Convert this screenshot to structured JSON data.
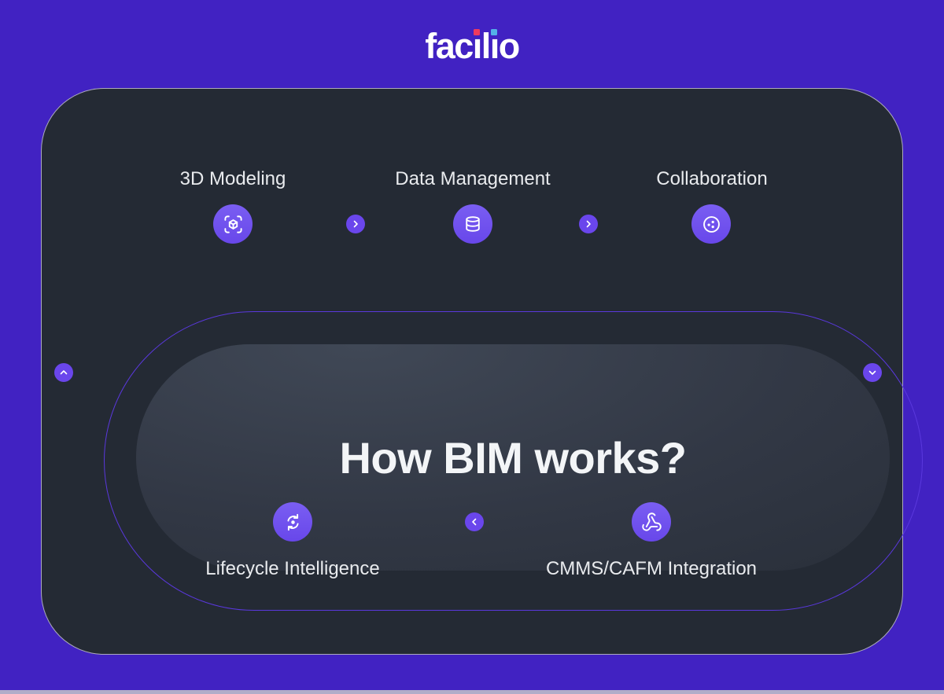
{
  "brand": {
    "name": "facilio",
    "logo_segments": {
      "s1": "fac",
      "i1": "ı",
      "s2": "l",
      "i2": "ı",
      "s3": "o"
    },
    "logo_dot_colors": {
      "first_i": "#ef3a5f",
      "second_i": "#54b0e8"
    }
  },
  "diagram": {
    "title": "How BIM works?",
    "nodes": [
      {
        "label": "3D Modeling",
        "icon": "3d-scan-cube-icon"
      },
      {
        "label": "Data Management",
        "icon": "database-icon"
      },
      {
        "label": "Collaboration",
        "icon": "collaboration-dots-icon"
      },
      {
        "label": "Lifecycle Intelligence",
        "icon": "lifecycle-sync-icon"
      },
      {
        "label": "CMMS/CAFM Integration",
        "icon": "webhook-integration-icon"
      }
    ],
    "flow_controls": [
      {
        "direction": "right"
      },
      {
        "direction": "right"
      },
      {
        "direction": "left"
      },
      {
        "direction": "up"
      },
      {
        "direction": "down"
      }
    ],
    "colors": {
      "background": "#4122c2",
      "card": "#242a34",
      "card_border": "#dad6ea",
      "track_line": "#5a38dd",
      "node_circle": "#6f51ef",
      "chevron_circle": "#6a46ec",
      "pill_gradient_top": "#404856",
      "pill_gradient_bottom": "#272d37",
      "label_text": "#e9ebee",
      "title_text": "#f3f5f7",
      "logo_text": "#ffffff",
      "bottom_strip": "#b2adc9"
    }
  }
}
